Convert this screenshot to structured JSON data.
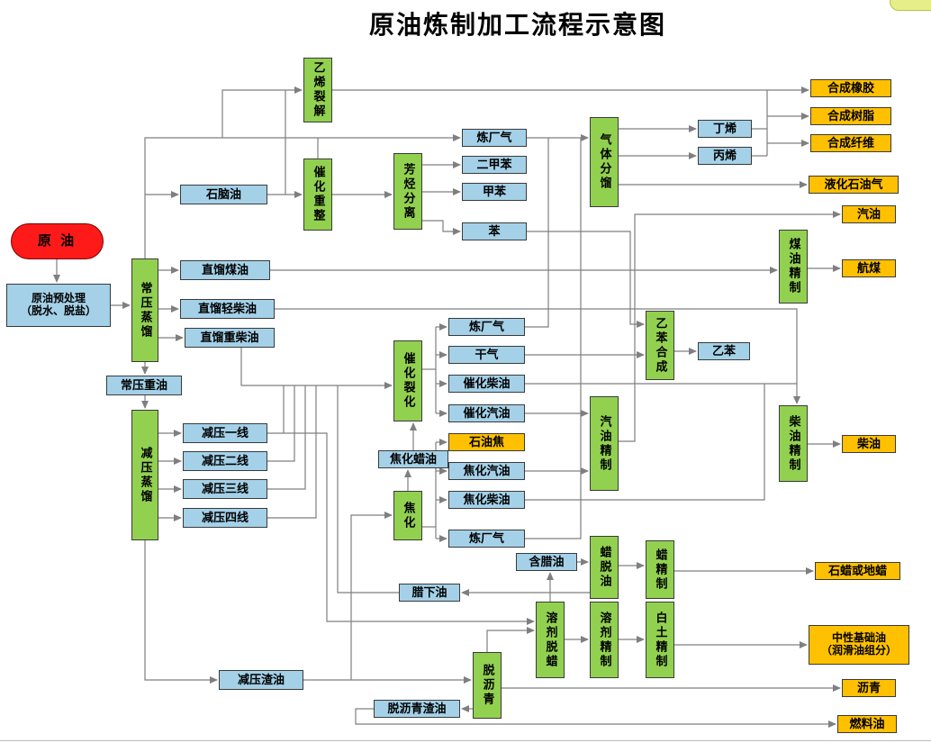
{
  "title": "原油炼制加工流程示意图",
  "colors": {
    "process_green": "#92d050",
    "stream_blue": "#a4d1e8",
    "product_orange": "#ffc000",
    "crude_red": "#ff1a1a",
    "line_gray": "#7f7f7f"
  },
  "nodes": {
    "crude_oil": "原 油",
    "pretreat_line1": "原油预处理",
    "pretreat_line2": "（脱水、脱盐）",
    "atm_distillation": "常压蒸馏",
    "vac_distillation": "减压蒸馏",
    "naphtha": "石脑油",
    "sr_kerosene": "直馏煤油",
    "sr_light_diesel": "直馏轻柴油",
    "sr_heavy_diesel": "直馏重柴油",
    "atm_heavy_oil": "常压重油",
    "vac_line1": "减压一线",
    "vac_line2": "减压二线",
    "vac_line3": "减压三线",
    "vac_line4": "减压四线",
    "vac_residue": "减压渣油",
    "eth_cracking": "乙烯裂解",
    "cat_reforming": "催化重整",
    "arom_separation": "芳烃分离",
    "refinery_gas_top": "炼厂气",
    "xylene": "二甲苯",
    "toluene": "甲苯",
    "benzene": "苯",
    "gas_fractionation": "气体分馏",
    "butene": "丁烯",
    "propylene": "丙烯",
    "syn_rubber": "合成橡胶",
    "syn_resin": "合成树脂",
    "syn_fiber": "合成纤维",
    "lpg": "液化石油气",
    "gasoline": "汽油",
    "kerosene_refining": "煤油精制",
    "jet_fuel": "航煤",
    "eb_synthesis": "乙苯合成",
    "ethylbenzene": "乙苯",
    "cat_cracking": "催化裂化",
    "refinery_gas_mid": "炼厂气",
    "dry_gas": "干气",
    "cat_diesel": "催化柴油",
    "cat_gasoline": "催化汽油",
    "pet_coke": "石油焦",
    "coker_gasoline": "焦化汽油",
    "coker_diesel": "焦化柴油",
    "refinery_gas_low": "炼厂气",
    "coker_gasoil": "焦化蜡油",
    "coking": "焦化",
    "gasoline_refining": "汽油精制",
    "diesel_refining": "柴油精制",
    "diesel": "柴油",
    "waxy_oil": "含腊油",
    "wax_deoiling": "蜡脱油",
    "wax_refining": "蜡精制",
    "paraffin_wax": "石蜡或地蜡",
    "foots_oil": "腊下油",
    "solvent_dewaxing": "溶剂脱蜡",
    "solvent_refining": "溶剂精制",
    "clay_refining": "白土精制",
    "base_oil_line1": "中性基础油",
    "base_oil_line2": "（润滑油组分）",
    "deasphalting": "脱沥青",
    "asphalt": "沥青",
    "deasphalted_residue": "脱沥青渣油",
    "fuel_oil": "燃料油"
  }
}
